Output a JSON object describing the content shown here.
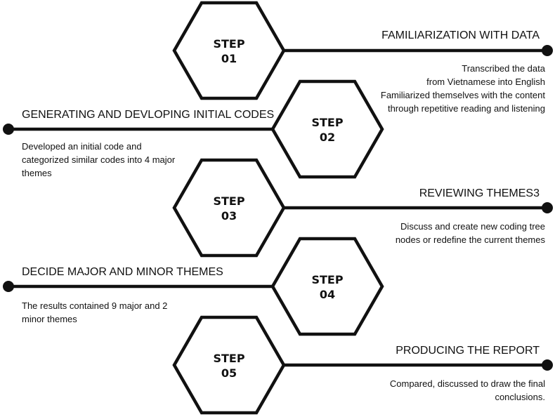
{
  "steps": [
    {
      "step_word": "STEP",
      "step_number": "01",
      "side": "right",
      "title": "FAMILIARIZATION WITH DATA",
      "description_lines": [
        "Transcribed the data",
        "from Vietnamese into English",
        "Familiarized themselves with the content",
        "through repetitive reading and listening"
      ]
    },
    {
      "step_word": "STEP",
      "step_number": "02",
      "side": "left",
      "title": "GENERATING AND DEVLOPING INITIAL CODES",
      "description_lines": [
        "Developed an initial code and",
        "categorized similar codes into 4 major",
        "themes"
      ]
    },
    {
      "step_word": "STEP",
      "step_number": "03",
      "side": "right",
      "title": "REVIEWING THEMES3",
      "description_lines": [
        "Discuss and create new coding tree",
        "nodes or redefine the current themes"
      ]
    },
    {
      "step_word": "STEP",
      "step_number": "04",
      "side": "left",
      "title": "DECIDE MAJOR AND MINOR THEMES",
      "description_lines": [
        "The results contained 9 major and 2",
        "minor themes"
      ]
    },
    {
      "step_word": "STEP",
      "step_number": "05",
      "side": "right",
      "title": "PRODUCING THE REPORT",
      "description_lines": [
        "Compared, discussed to draw the final",
        "conclusions."
      ]
    }
  ]
}
